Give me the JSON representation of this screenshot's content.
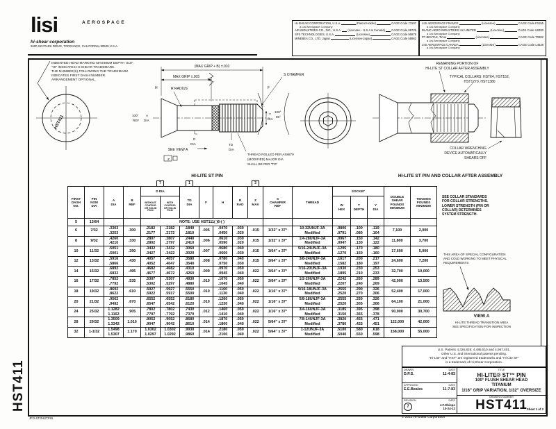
{
  "page": {
    "side_label": "HST411",
    "doc_code": "JFO-STOHSTPIN",
    "copyright": "© 2012 Hi-Shear Corporation"
  },
  "logo": {
    "brand": "lisi",
    "division": "AEROSPACE",
    "subsidiary": "hi-shear corporation",
    "address": "2600 SKYPARK DRIVE, TORRANCE, CALIFORNIA 90509 U.S.A."
  },
  "companies": {
    "left": [
      {
        "name": "HI-SHEAR CORPORATION, U.S.A.",
        "role": "(Patent Holder)",
        "cage": "CAGE Code 73197",
        "sub": "a Lisi Aerospace Company"
      },
      {
        "name": "AIR INDUSTRIES CO., INC., U.S.A.",
        "role": "(Licensee - U.S.A & Canada)",
        "cage": "CAGE Code 06725",
        "sub": ""
      },
      {
        "name": "SPS TECHNOLOGIES, U.S.A.",
        "role": "(Licensee)",
        "cage": "CAGE Code 56878",
        "sub": ""
      },
      {
        "name": "MINEBEA CO., LTD. Japan",
        "role": "(Licensee-Japan)",
        "cage": "CAGE Code 58962",
        "sub": ""
      }
    ],
    "right": [
      {
        "name": "LISI AEROSPACE FRANCE",
        "role": "(Licensee)",
        "cage": "CAGE Code F0155",
        "sub": "a Lisi Aerospace Company"
      },
      {
        "name": "BLANC AERO INDUSTRIES UK LIMITED",
        "role": "(Licensee)",
        "cage": "CAGE Code U8300",
        "sub": "a Lisi Aerospace Company"
      },
      {
        "name": "PT BESTAS, Timur",
        "role": "(Licensee)",
        "cage": "CAGE Code T0802",
        "sub": "a Lisi Aerospace Company"
      },
      {
        "name": "LISI AEROSPACE CANADA",
        "role": "(Licensee)",
        "cage": "CAGE Code L4528",
        "sub": "a Lisi Aerospace Company"
      }
    ]
  },
  "drawings": {
    "head_note": [
      "INDENTED HEAD MARKING MAXIMUM DEPTH .010\".",
      "\"HI\" INDICATES HI-SHEAR TRADEMARK.",
      "THE NUMBER(S) FOLLOWING THE TRADEMARK",
      "INDICATES FIRST DASH NUMBER.",
      "ARRANGEMENT OPTIONAL."
    ],
    "head_marking": "HST411",
    "pin": {
      "caption": "HI-LITE ST PIN",
      "dim_top": "(MAX GRIP + B) ±.010",
      "dim_grip": "MAX GRIP ±.005",
      "h": "H",
      "r_radius": "R RADIUS",
      "s_chamfer": "S CHAMFER",
      "deg100": "100°",
      "ref": "REF",
      "a": "A",
      "dia": "DIA",
      "d": "D",
      "td": "TD",
      "y": "Y",
      "deg96": "96°",
      "f": "F",
      "z": "Z",
      "see_view_a": "SEE VIEW A",
      "thread_note": [
        "THREAD ROLLED PER AS8879",
        "(MODIFIED) MAJOR DIA",
        "SHALL BE PER \"TD\""
      ]
    },
    "assembly": {
      "caption": "HI-LITE ST PIN AND COLLAR AFTER ASSEMBLY",
      "remaining": [
        "REMAINING PORTION OF",
        "HI-LITE ST COLLAR AFTER ASSEMBLY"
      ],
      "collars": [
        "TYPICAL COLLARS: HST64, HST152,",
        "HST1270, HST1380"
      ],
      "wrench": [
        "COLLAR WRENCHING",
        "DEVICE AUTOMATICALLY",
        "SHEARS OFF"
      ]
    }
  },
  "side_notes": {
    "collar_strength": [
      "SEE COLLAR STANDARDS",
      "FOR COLLAR STRENGTHS.",
      "LOWER STRENGTH (PIN OR",
      "COLLAR) DETERMINES",
      "SYSTEM STRENGTH."
    ],
    "special": [
      "THIS AREA OF SPECIAL CONFIGURATION",
      "AND COLD WORKING TO MEET PHYSICAL",
      "REQUIREMENTS"
    ],
    "view_a": "VIEW A",
    "view_a_sub": [
      "HI-LITE THREAD TRANSITION AREA",
      "SEE SPECIFICATION FOR INSPECTION"
    ]
  },
  "table": {
    "markers": {
      "d": "7",
      "td": "1",
      "z": "3"
    },
    "headers": {
      "first_dash": "FIRST\nDASH\nNO.",
      "pin_nom": "PIN\nNOM\nDIA",
      "a": "A\nDIA",
      "b": "B\nREF",
      "d_group": "D DIA",
      "d_wo": "WITHOUT\nCOATING\nOR SOLID\nFILM",
      "d_w": "WITH\nCOATING\nOR SOLID\nFILM",
      "td": "TD\nDIA",
      "f": "F",
      "h": "H",
      "r": "R\nRAD",
      "z": "Z\nMAX",
      "s": "S\nCHAMFER\nREF",
      "thread": "THREAD",
      "socket": "SOCKET",
      "w": "W\nHEX",
      "t": "T\nDEPTH",
      "y": "Y\nDIA",
      "shear": "DOUBLE\nSHEAR\nPOUNDS\nMINIMUM",
      "tension": "TENSION\nPOUNDS\nMINIMUM"
    },
    "rows": [
      {
        "dash": "5",
        "nom": "13/64",
        "note": "NOTE: USE HST111( )6-( )"
      },
      {
        "dash": "6",
        "nom": "7/32",
        "a": [
          ".3303",
          ".3253"
        ],
        "b": ".300",
        "dwo": [
          ".2182",
          ".2177"
        ],
        "dw": [
          ".2182",
          ".2172"
        ],
        "td": [
          ".1840",
          ".1810"
        ],
        "f": ".005",
        "h": [
          ".0470",
          ".0450"
        ],
        "r": [
          ".030",
          ".020"
        ],
        "z": ".015",
        "s": "1/32\" x 37°",
        "thread": [
          "10-32UNJF-3A",
          "Modified"
        ],
        "w": [
          ".0806",
          ".0791"
        ],
        "t": [
          ".100",
          ".080"
        ],
        "y": [
          ".119",
          ".104"
        ],
        "shear": "7,100",
        "tension": "2,000"
      },
      {
        "dash": "8",
        "nom": "9/32",
        "a": [
          ".4260",
          ".4210"
        ],
        "b": ".330",
        "dwo": [
          ".2807",
          ".2802"
        ],
        "dw": [
          ".2807",
          ".2797"
        ],
        "td": [
          ".2440",
          ".2410"
        ],
        "f": ".006",
        "h": [
          ".0610",
          ".0590"
        ],
        "r": [
          ".030",
          ".020"
        ],
        "z": ".015",
        "s": "1/32\" x 37°",
        "thread": [
          "1/4-28UNJF-3A",
          "Modified"
        ],
        "w": [
          ".0967",
          ".0947"
        ],
        "t": [
          ".150",
          ".130"
        ],
        "y": [
          ".142",
          ".122"
        ],
        "shear": "11,800",
        "tension": "3,700"
      },
      {
        "dash": "10",
        "nom": "11/32",
        "a": [
          ".5051",
          ".5001"
        ],
        "b": ".390",
        "dwo": [
          ".3432",
          ".3427"
        ],
        "dw": [
          ".3432",
          ".3422"
        ],
        "td": [
          ".3060",
          ".3020"
        ],
        "f": ".007",
        "h": [
          ".0680",
          ".0660"
        ],
        "r": [
          ".040",
          ".030"
        ],
        "z": ".015",
        "s": "3/64\" x 37°",
        "thread": [
          "5/16-24UNJF-3A",
          "Modified"
        ],
        "w": [
          ".1295",
          ".1270"
        ],
        "t": [
          ".170",
          ".150"
        ],
        "y": [
          ".180",
          ".160"
        ],
        "shear": "17,600",
        "tension": "5,000"
      },
      {
        "dash": "12",
        "nom": "13/32",
        "a": [
          ".5916",
          ".5866"
        ],
        "b": ".430",
        "dwo": [
          ".4057",
          ".4052"
        ],
        "dw": [
          ".4057",
          ".4047"
        ],
        "td": [
          ".3580",
          ".3540"
        ],
        "f": ".008",
        "h": [
          ".0780",
          ".0750"
        ],
        "r": [
          ".040",
          ".030"
        ],
        "z": ".015",
        "s": "3/64\" x 37°",
        "thread": [
          "3/8-24UNJF-3A",
          "Modified"
        ],
        "w": [
          ".1617",
          ".1582"
        ],
        "t": [
          ".200",
          ".180"
        ],
        "y": [
          ".217",
          ".197"
        ],
        "shear": "24,600",
        "tension": "7,200"
      },
      {
        "dash": "14",
        "nom": "15/32",
        "a": [
          ".6892",
          ".6832"
        ],
        "b": ".495",
        "dwo": [
          ".4682",
          ".4677"
        ],
        "dw": [
          ".4682",
          ".4672"
        ],
        "td": [
          ".4310",
          ".4260"
        ],
        "f": ".009",
        "h": [
          ".0970",
          ".0945"
        ],
        "r": [
          ".050",
          ".040"
        ],
        "z": ".022",
        "s": "3/64\" x 37°",
        "thread": [
          "7/16-20UNJF-3A",
          "Modified"
        ],
        "w": [
          ".1930",
          ".1895"
        ],
        "t": [
          ".230",
          ".210"
        ],
        "y": [
          ".253",
          ".233"
        ],
        "shear": "32,700",
        "tension": "10,000"
      },
      {
        "dash": "16",
        "nom": "17/32",
        "a": [
          ".7852",
          ".7792"
        ],
        "b": ".535",
        "dwo": [
          ".5307",
          ".5302"
        ],
        "dw": [
          ".5307",
          ".5297"
        ],
        "td": [
          ".4930",
          ".4880"
        ],
        "f": ".010",
        "h": [
          ".1070",
          ".1045"
        ],
        "r": [
          ".050",
          ".040"
        ],
        "z": ".022",
        "s": "3/64\" x 37°",
        "thread": [
          "1/2-20UNJF-3A",
          "Modified"
        ],
        "w": [
          ".2242",
          ".2207"
        ],
        "t": [
          ".260",
          ".240"
        ],
        "y": [
          ".289",
          ".269"
        ],
        "shear": "42,000",
        "tension": "13,500"
      },
      {
        "dash": "18",
        "nom": "19/32",
        "rev": "7",
        "a": [
          ".8692",
          ".8622"
        ],
        "b": ".610",
        "dwo": [
          ".5927",
          ".5922"
        ],
        "dw": [
          ".5927",
          ".5917"
        ],
        "td": [
          ".5550",
          ".5500"
        ],
        "f": ".010",
        "h": [
          ".1160",
          ".1130"
        ],
        "r": [
          ".050",
          ".040"
        ],
        "z": ".022",
        "s": "1/16\" x 37°",
        "thread": [
          "9/16-18UNJF-3A",
          "Modified"
        ],
        "w": [
          ".2555",
          ".2520"
        ],
        "t": [
          ".290",
          ".270"
        ],
        "y": [
          ".326",
          ".306"
        ],
        "shear": "52,400",
        "tension": "17,000"
      },
      {
        "dash": "20",
        "nom": "21/32",
        "rev": "7",
        "a": [
          ".9562",
          ".9492"
        ],
        "b": ".670",
        "dwo": [
          ".6552",
          ".6547"
        ],
        "dw": [
          ".6552",
          ".6542"
        ],
        "td": [
          ".6180",
          ".6120"
        ],
        "f": ".010",
        "h": [
          ".1260",
          ".1230"
        ],
        "r": [
          ".050",
          ".040"
        ],
        "z": ".022",
        "s": "1/16\" x 37°",
        "thread": [
          "5/8-18UNJF-3A",
          "Modified"
        ],
        "w": [
          ".2555",
          ".2520"
        ],
        "t": [
          ".330",
          ".305"
        ],
        "y": [
          ".326",
          ".306"
        ],
        "shear": "64,100",
        "tension": "21,000"
      },
      {
        "dash": "24",
        "nom": "25/32",
        "rev": "7",
        "a": [
          "1.1282",
          "1.1162"
        ],
        "b": ".905",
        "dwo": [
          ".7802",
          ".7797"
        ],
        "dw": [
          ".7802",
          ".7792"
        ],
        "td": [
          ".7430",
          ".7370"
        ],
        "f": ".012",
        "h": [
          ".1460",
          ".1410"
        ],
        "r": [
          ".050",
          ".040"
        ],
        "z": ".022",
        "s": "1/16\" x 37°",
        "thread": [
          "3/4-16UNJF-3A",
          "Modified"
        ],
        "w": [
          ".3185",
          ".3150"
        ],
        "t": [
          ".395",
          ".365"
        ],
        "y": [
          ".398",
          ".378"
        ],
        "shear": "90,900",
        "tension": "30,700"
      },
      {
        "dash": "28",
        "nom": "29/32",
        "rev": "7",
        "a": [
          "1.3509",
          "1.3342"
        ],
        "b": "1.010",
        "dwo": [
          ".9052",
          ".9047"
        ],
        "dw": [
          ".9052",
          ".9042"
        ],
        "td": [
          ".8680",
          ".8610"
        ],
        "f": ".014",
        "h": [
          ".1870",
          ".1800"
        ],
        "r": [
          ".050",
          ".040"
        ],
        "z": ".022",
        "s": "5/64\" x 37°",
        "thread": [
          "7/8-14UNJF-3A",
          "Modified"
        ],
        "w": [
          ".3820",
          ".3780"
        ],
        "t": [
          ".455",
          ".425"
        ],
        "y": [
          ".471",
          ".451"
        ],
        "shear": "122,000",
        "tension": "42,000"
      },
      {
        "dash": "32",
        "nom": "1-1/32",
        "rev": "7",
        "a": [
          "1.5498",
          "1.5307"
        ],
        "b": "1.170",
        "dwo": [
          "1.0302",
          "1.0297"
        ],
        "dw": [
          "1.0302",
          "1.0292"
        ],
        "td": [
          ".9930",
          ".9860"
        ],
        "f": ".014",
        "h": [
          ".2180",
          ".2100"
        ],
        "r": [
          ".050",
          ".040"
        ],
        "z": ".022",
        "s": "5/64\" x 37°",
        "thread": [
          "1-12UNJF-3A",
          "Modified"
        ],
        "w": [
          ".5100",
          ".5040"
        ],
        "t": [
          ".580",
          ".550"
        ],
        "y": [
          ".618",
          ".598"
        ],
        "shear": "158,000",
        "tension": "55,000"
      }
    ]
  },
  "title_block": {
    "patents": [
      "U.S. Patents 4,326,825; 4,485,510 and 4,957,401.",
      "Other U.S. and international patents pending.",
      "\"Hi-Lite\" and \"HST\" are registered trademarks and \"Hi-Lite ST\"",
      "is a trademark of Hi-Shear Corporation."
    ],
    "drawn_label": "DRAWN",
    "date_label": "DATE",
    "drawn": "D.P.S.",
    "drawn_date": "11-4-83",
    "approved_label": "APPROVED",
    "approved": "E.E.Beales",
    "approved_date": "11-7-83",
    "revision_label": "REVISION",
    "revision": "7",
    "revision_by": "J.F.Obispo",
    "revision_date": "10-24-12",
    "title_label": "TITLE",
    "title": "HI-LITE® ST™ PIN",
    "subtitle": [
      "100° FLUSH SHEAR HEAD",
      "TITANIUM",
      "1/16\" GRIP VARIATION, 1/32\" OVERSIZE"
    ],
    "number_label": "DRAWING NUMBER",
    "number": "HST411",
    "sheet": "Sheet 1 of 2"
  }
}
